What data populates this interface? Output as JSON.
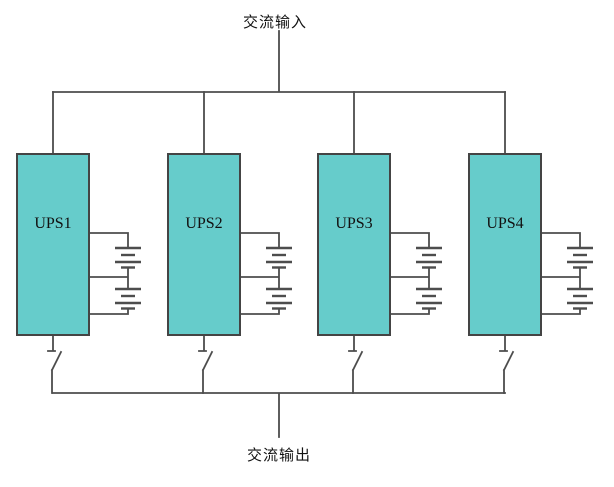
{
  "diagram": {
    "ac_input_label": "交流输入",
    "ac_output_label": "交流输出",
    "units": [
      {
        "label": "UPS1"
      },
      {
        "label": "UPS2"
      },
      {
        "label": "UPS3"
      },
      {
        "label": "UPS4"
      }
    ],
    "colors": {
      "background": "#ffffff",
      "ups_box_fill": "#66CCCB",
      "ups_box_border": "#444444",
      "wire": "#4d4d4d",
      "text": "#111111"
    }
  }
}
